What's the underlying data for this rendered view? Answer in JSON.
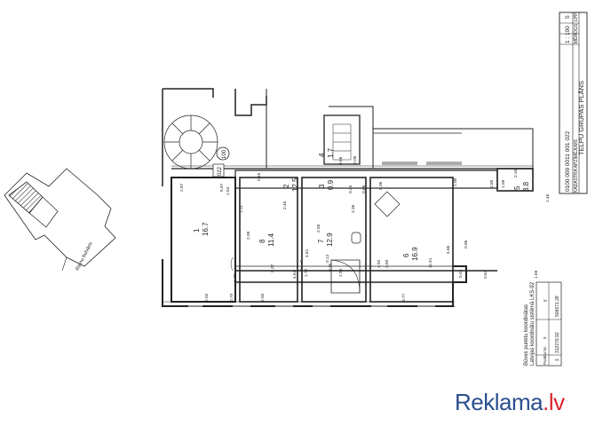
{
  "title_block": {
    "title": "TELPU GRUPAS PLĀNS",
    "label_cadastre": "KADASTRA APZĪMĒJUMS",
    "label_scale": "MĒROGS",
    "label_page": "LPP.",
    "cadastre_number": "0100 009 0011 001 022",
    "scale": "1 : 100",
    "page": "5"
  },
  "locator": {
    "street": "Ratnu bulvāris"
  },
  "coordinate_table": {
    "title": "Būves punktu koordinātas",
    "subtitle": "Latvijas koordinātu sistēmā LKS-92",
    "columns": [
      "Punkta Nr.",
      "x",
      "y"
    ],
    "rows": [
      [
        "1",
        "312279.92",
        "506671.28"
      ]
    ]
  },
  "plan": {
    "rooms": [
      {
        "number": "1",
        "area": "16.7"
      },
      {
        "number": "2",
        "area": "12.5"
      },
      {
        "number": "3",
        "area": "0.9"
      },
      {
        "number": "4",
        "area": "1.7"
      },
      {
        "number": "5",
        "area": "3.8"
      },
      {
        "number": "6",
        "area": "16.9"
      },
      {
        "number": "7",
        "area": "12.9"
      },
      {
        "number": "8",
        "area": "11.4"
      }
    ],
    "marks": [
      "022",
      "100"
    ],
    "dimensions": [
      "2.97",
      "5.97",
      "1.54",
      "1.11",
      "2.09",
      "1.38",
      "2.02",
      "0.70",
      "2.46",
      "0.27",
      "2.50",
      "4.64",
      "2.55",
      "4.61",
      "0.76",
      "1.55",
      "0.86",
      "3.60",
      "11.51",
      "1.00",
      "0.43",
      "0.96",
      "4.92",
      "3.77",
      "4.66",
      "1.59",
      "2.16",
      "1.65",
      "1.46",
      "0.63",
      "1.69",
      "0.12",
      "0.33",
      "2.35",
      "1.72",
      "0.98",
      "0.06",
      "0.05",
      "0.15"
    ]
  },
  "watermark": {
    "part1": "Reklama",
    "part2": ".lv"
  }
}
